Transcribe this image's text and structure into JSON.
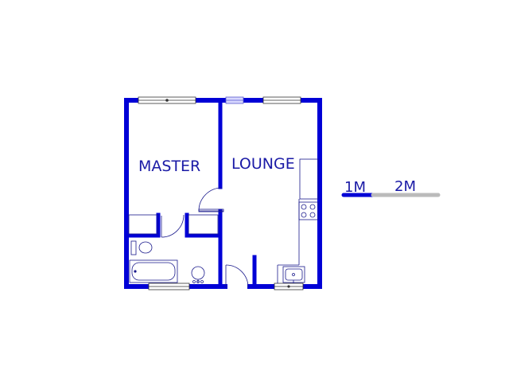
{
  "rooms": {
    "master": "MASTER",
    "lounge": "LOUNGE"
  },
  "scale_bar": {
    "label_1": "1M",
    "label_2": "2M"
  },
  "colors": {
    "wall": "#0000d6",
    "fixture": "#1a1a8c",
    "label": "#1a1aa6",
    "scale_primary": "#0000d6",
    "scale_secondary": "#bbbbbb"
  }
}
